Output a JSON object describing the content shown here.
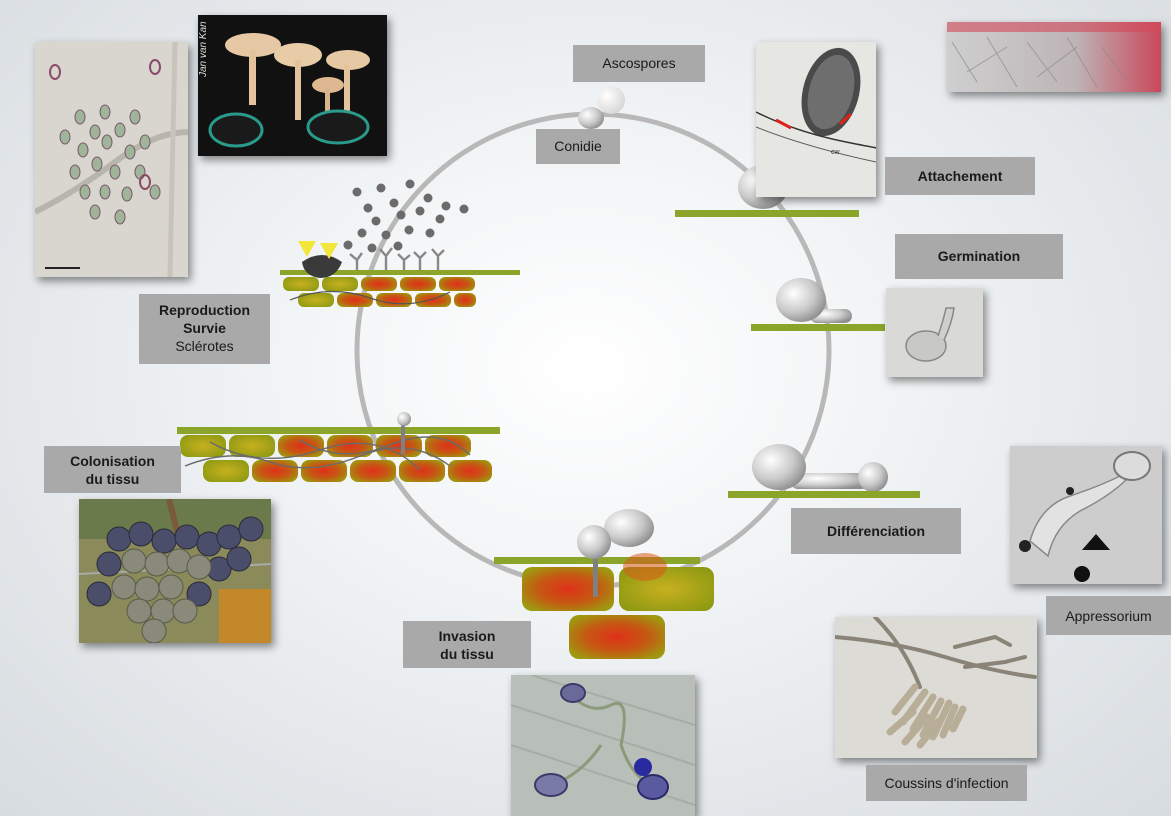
{
  "labels": {
    "ascospores": "Ascospores",
    "conidie": "Conidie",
    "attachement": "Attachement",
    "germination": "Germination",
    "differenciation": "Différenciation",
    "appressorium": "Appressorium",
    "coussins": "Coussins d'infection",
    "invasion_line1": "Invasion",
    "invasion_line2": "du tissu",
    "colonisation_line1": "Colonisation",
    "colonisation_line2": "du tissu",
    "reproduction_line1": "Reproduction",
    "reproduction_line2": "Survie",
    "reproduction_line3": "Sclérotes"
  },
  "photo_credit": "Jan van Kan",
  "colors": {
    "label_bg": "#a9a9a9",
    "plant_surface": "#8aa52a",
    "cell_red": "#c83a12",
    "cell_yellow": "#a8a818",
    "cycle_ring": "#b5b5b5"
  }
}
